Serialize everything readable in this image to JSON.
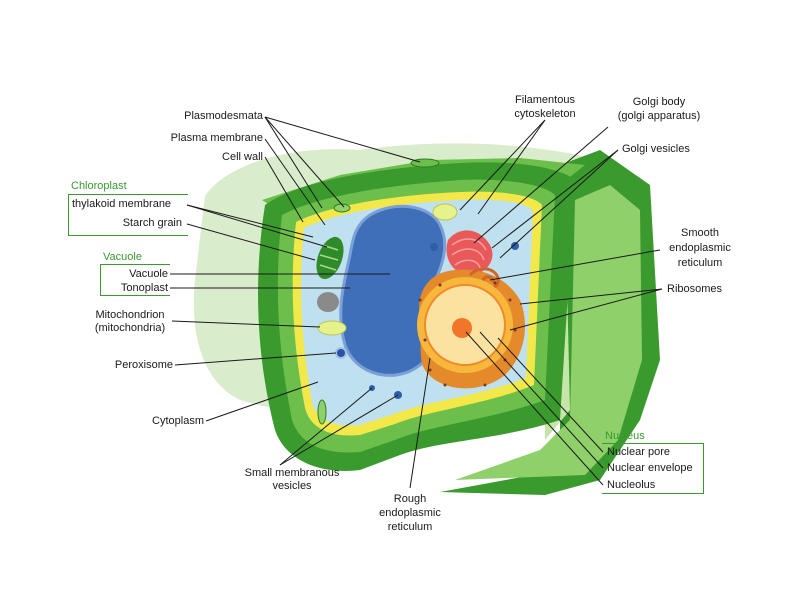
{
  "colors": {
    "cell_wall_dark": "#3a9a2e",
    "cell_wall_light": "#6cbf4a",
    "cell_wall_face": "#8fd06b",
    "background_blob": "#d9eccb",
    "plasma_membrane": "#f2e84a",
    "cytoplasm": "#bfe0ef",
    "vacuole": "#3f6fb8",
    "nucleus_outer": "#f6b73c",
    "nucleus_inner": "#fbe2a0",
    "nucleolus": "#f0772a",
    "golgi": "#e9595a",
    "group_title": "#3a9a2e"
  },
  "groups": {
    "chloroplast": {
      "title": "Chloroplast",
      "items": [
        "thylakoid membrane",
        "Starch grain"
      ]
    },
    "vacuole": {
      "title": "Vacuole",
      "items": [
        "Vacuole",
        "Tonoplast"
      ]
    },
    "nucleus": {
      "title": "Nucleus",
      "items": [
        "Nuclear pore",
        "Nuclear envelope",
        "Nucleolus"
      ]
    }
  },
  "labels": {
    "plasmodesmata": "Plasmodesmata",
    "plasma_membrane": "Plasma membrane",
    "cell_wall": "Cell wall",
    "mitochondrion_line1": "Mitochondrion",
    "mitochondrion_line2": "(mitochondria)",
    "peroxisome": "Peroxisome",
    "cytoplasm": "Cytoplasm",
    "vesicles_line1": "Small membranous",
    "vesicles_line2": "vesicles",
    "rer_line1": "Rough",
    "rer_line2": "endoplasmic",
    "rer_line3": "reticulum",
    "cytoskeleton_line1": "Filamentous",
    "cytoskeleton_line2": "cytoskeleton",
    "golgi_line1": "Golgi body",
    "golgi_line2": "(golgi apparatus)",
    "golgi_vesicles": "Golgi vesicles",
    "ser_line1": "Smooth",
    "ser_line2": "endoplasmic",
    "ser_line3": "reticulum",
    "ribosomes": "Ribosomes"
  }
}
